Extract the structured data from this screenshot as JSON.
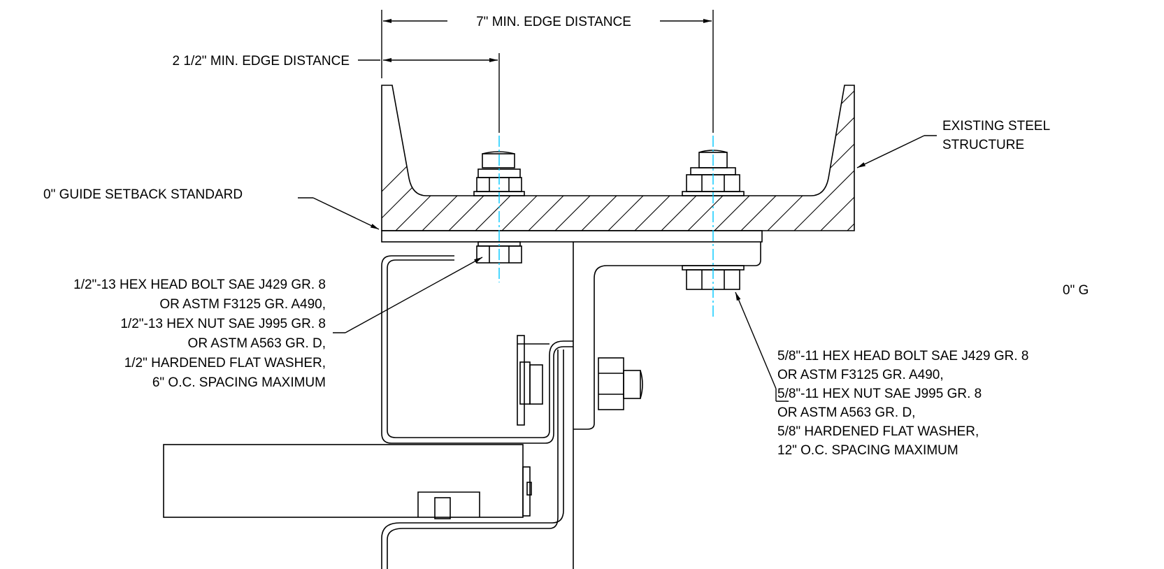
{
  "drawing": {
    "notes": {
      "seven_inch_edge": "7\" MIN. EDGE  DISTANCE",
      "two_half_edge": "2 1/2\" MIN. EDGE  DISTANCE",
      "existing_steel": [
        "EXISTING STEEL",
        "STRUCTURE"
      ],
      "guide_setback": "0\" GUIDE SETBACK STANDARD",
      "guide_setback_cut": "0\" G",
      "half_inch_bolt": [
        "1/2\"-13 HEX HEAD BOLT SAE J429 GR. 8",
        "OR ASTM F3125 GR. A490,",
        "1/2\"-13 HEX NUT SAE J995 GR. 8",
        "OR ASTM A563 GR. D,",
        "1/2\" HARDENED FLAT WASHER,",
        "6\" O.C. SPACING MAXIMUM"
      ],
      "five_eighth_bolt": [
        "5/8\"-11 HEX HEAD BOLT SAE J429 GR. 8",
        "OR ASTM F3125 GR. A490,",
        "5/8\"-11 HEX NUT SAE J995 GR. 8",
        "OR ASTM A563 GR. D,",
        "5/8\" HARDENED FLAT WASHER,",
        "12\" O.C. SPACING MAXIMUM"
      ]
    },
    "colors": {
      "line": "#000000",
      "centerline": "#00c8ff"
    }
  }
}
